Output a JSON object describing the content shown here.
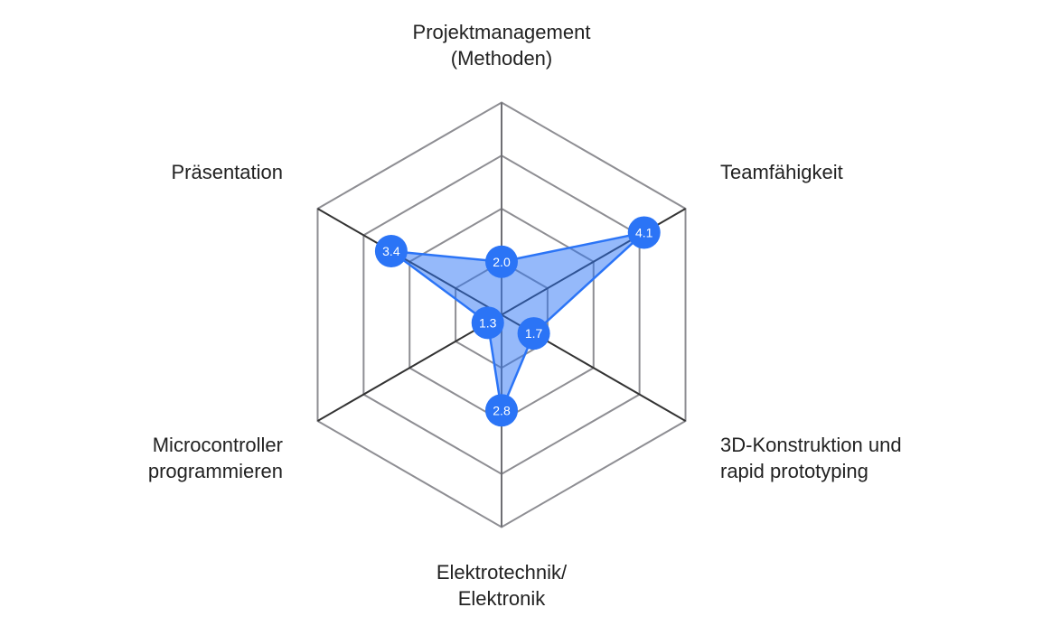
{
  "chart_data": {
    "type": "radar",
    "title": "",
    "axes": [
      {
        "label_lines": [
          "Projektmanagement",
          "(Methoden)"
        ],
        "value": 2.0
      },
      {
        "label_lines": [
          "Teamfähigkeit"
        ],
        "value": 4.1
      },
      {
        "label_lines": [
          "3D-Konstruktion und",
          "rapid prototyping"
        ],
        "value": 1.7
      },
      {
        "label_lines": [
          "Elektrotechnik/",
          "Elektronik"
        ],
        "value": 2.8
      },
      {
        "label_lines": [
          "Microcontroller",
          "programmieren"
        ],
        "value": 1.3
      },
      {
        "label_lines": [
          "Präsentation"
        ],
        "value": 3.4
      }
    ],
    "value_labels": [
      "2.0",
      "4.1",
      "1.7",
      "2.8",
      "1.3",
      "3.4"
    ],
    "range": [
      1,
      5
    ],
    "rings": 4,
    "colors": {
      "series": "#2b74f6",
      "fill": "#2b74f6",
      "grid": "#8e8e93",
      "spoke": "#333333",
      "label": "#222222"
    }
  }
}
